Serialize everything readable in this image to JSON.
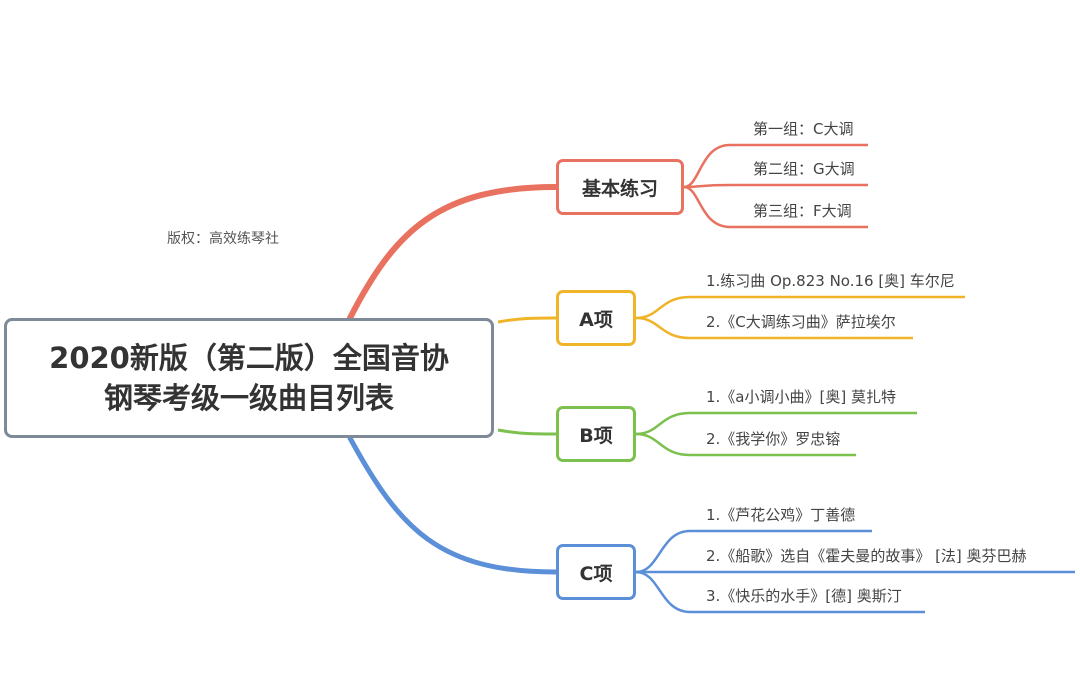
{
  "copyright": "版权：高效练琴社",
  "root": {
    "line1": "2020新版（第二版）全国音协",
    "line2": "钢琴考级一级曲目列表",
    "border_color": "#7e8a97"
  },
  "branches": [
    {
      "label": "基本练习",
      "color": "#e8725f",
      "items": [
        "第一组：C大调",
        "第二组：G大调",
        "第三组：F大调"
      ]
    },
    {
      "label": "A项",
      "color": "#f0b429",
      "items": [
        "1.练习曲 Op.823 No.16 [奥] 车尔尼",
        "2.《C大调练习曲》萨拉埃尔"
      ]
    },
    {
      "label": "B项",
      "color": "#7cc04e",
      "items": [
        "1.《a小调小曲》[奥]  莫扎特",
        "2.《我学你》罗忠镕"
      ]
    },
    {
      "label": "C项",
      "color": "#5b8fd8",
      "items": [
        "1.《芦花公鸡》丁善德",
        "2.《船歌》选自《霍夫曼的故事》  [法]  奥芬巴赫",
        "3.《快乐的水手》[德]  奥斯汀"
      ]
    }
  ]
}
